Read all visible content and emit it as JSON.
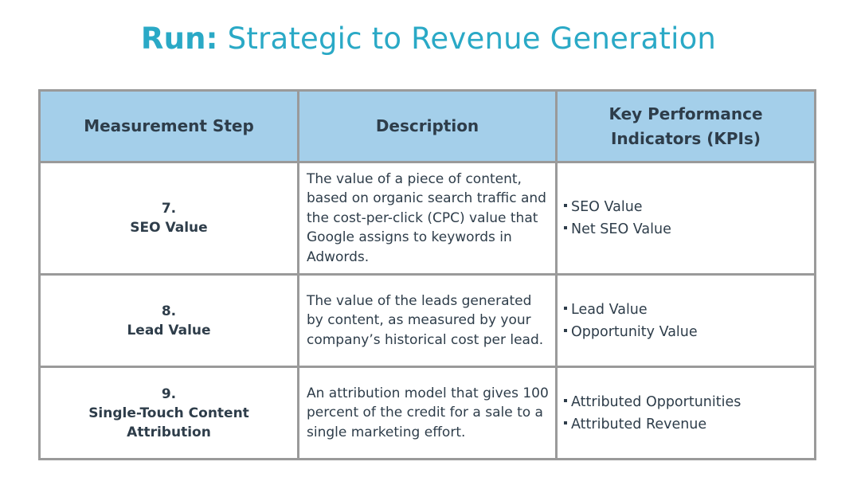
{
  "title": {
    "bold": "Run:",
    "rest": " Strategic to Revenue Generation"
  },
  "colors": {
    "title": "#2aa9c6",
    "header_bg": "#a4cfea",
    "border": "#9a9a9a",
    "text": "#2e3d4a"
  },
  "table": {
    "headers": [
      "Measurement Step",
      "Description",
      "Key Performance Indicators (KPIs)"
    ],
    "rows": [
      {
        "number": "7.",
        "step": "SEO Value",
        "description": "The value of a piece of content, based on organic search traffic and the cost-per-click (CPC) value that Google assigns to keywords in Adwords.",
        "kpis": [
          "SEO Value",
          "Net SEO Value"
        ]
      },
      {
        "number": "8.",
        "step": "Lead Value",
        "description": "The value of the leads generated by content, as measured by your company’s historical cost per lead.",
        "kpis": [
          "Lead Value",
          "Opportunity Value"
        ]
      },
      {
        "number": "9.",
        "step": "Single-Touch Content Attribution",
        "description": "An attribution model that gives 100 percent of the credit for a sale to a single marketing effort.",
        "kpis": [
          "Attributed Opportunities",
          "Attributed Revenue"
        ]
      }
    ]
  }
}
